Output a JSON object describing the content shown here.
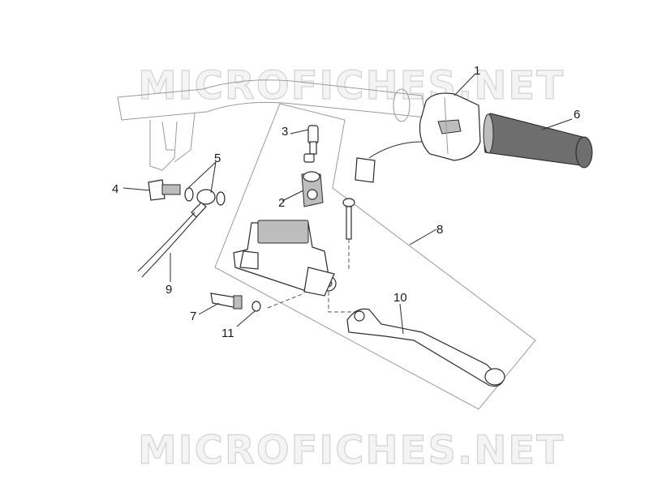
{
  "watermark": {
    "text": "MICROFICHES.NET"
  },
  "callouts": [
    {
      "id": "1",
      "label": "1"
    },
    {
      "id": "2",
      "label": "2"
    },
    {
      "id": "3",
      "label": "3"
    },
    {
      "id": "4",
      "label": "4"
    },
    {
      "id": "5",
      "label": "5"
    },
    {
      "id": "6",
      "label": "6"
    },
    {
      "id": "7",
      "label": "7"
    },
    {
      "id": "8",
      "label": "8"
    },
    {
      "id": "9",
      "label": "9"
    },
    {
      "id": "10",
      "label": "10"
    },
    {
      "id": "11",
      "label": "11"
    }
  ],
  "colors": {
    "line": "#2a2a2a",
    "grip": "#6e6e6e",
    "watermark_fill": "#f4f4f4",
    "watermark_stroke": "#d2d2d2"
  }
}
